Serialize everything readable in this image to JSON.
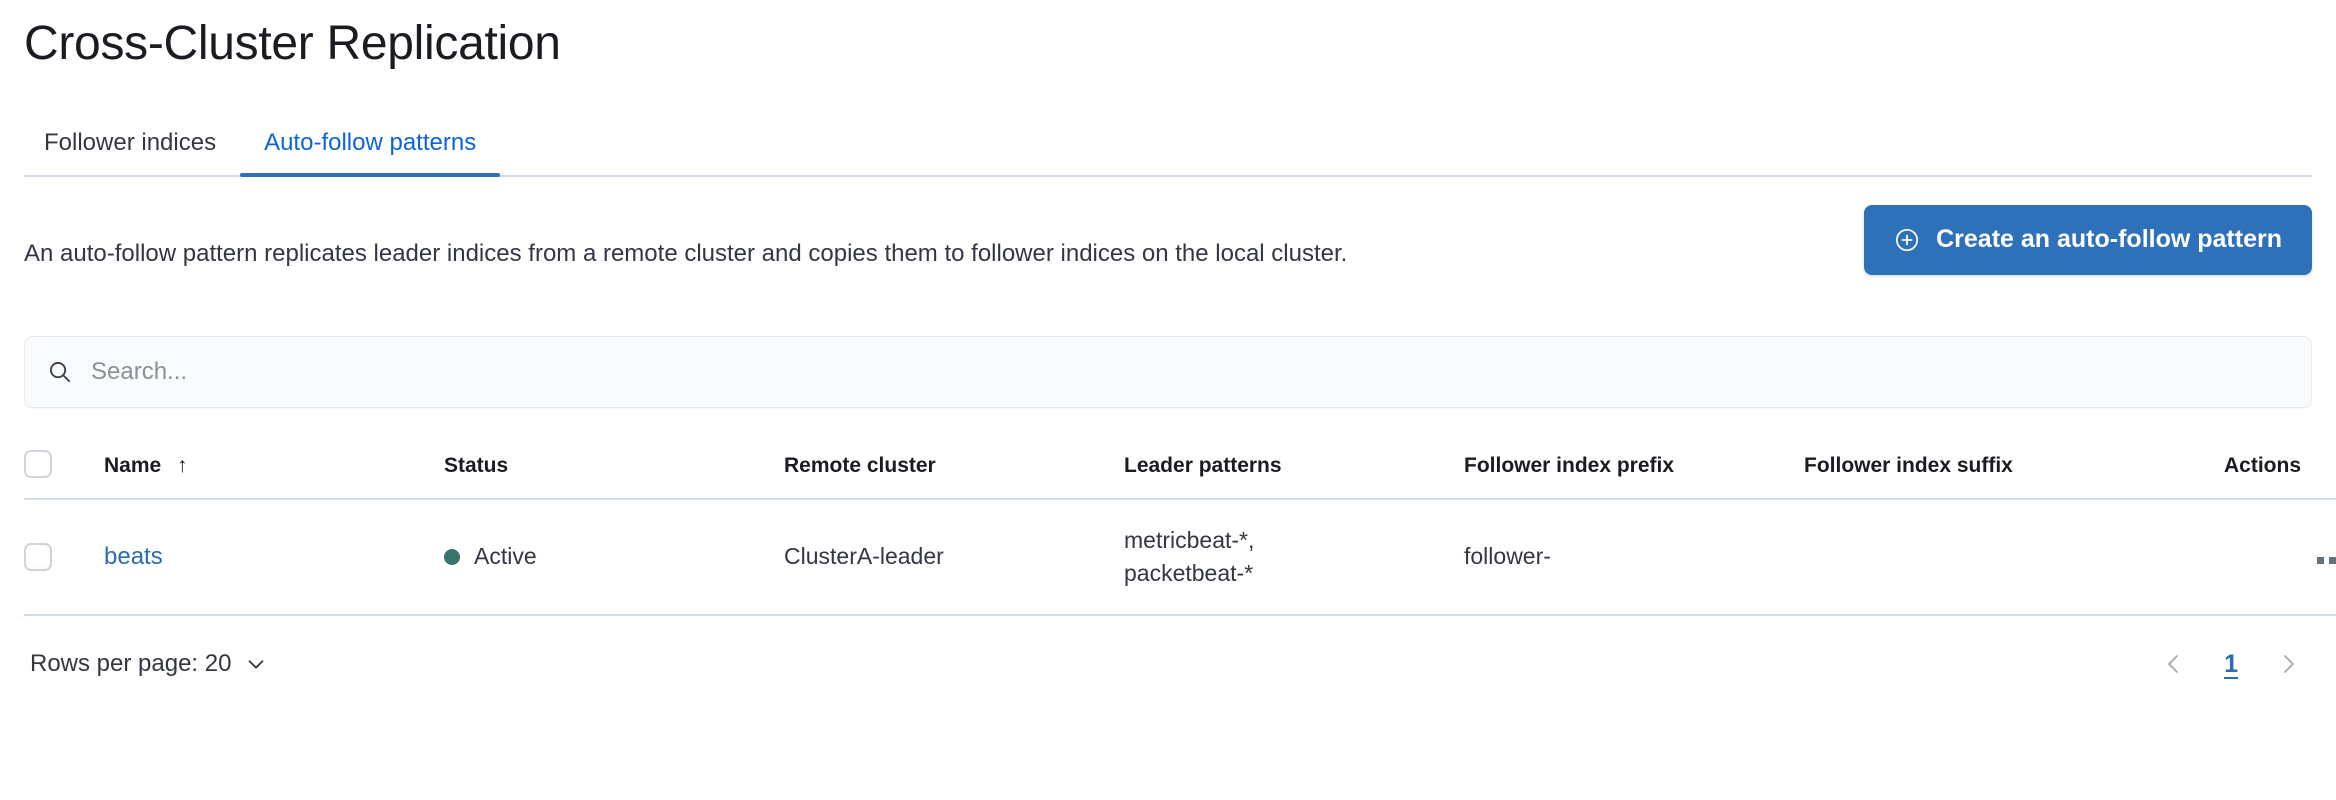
{
  "page": {
    "title": "Cross-Cluster Replication"
  },
  "tabs": [
    {
      "label": "Follower indices",
      "active": false
    },
    {
      "label": "Auto-follow patterns",
      "active": true
    }
  ],
  "intro": {
    "description": "An auto-follow pattern replicates leader indices from a remote cluster and copies them to follower indices on the local cluster.",
    "create_button_label": "Create an auto-follow pattern",
    "create_button_icon": "plus-in-circle-icon"
  },
  "search": {
    "placeholder": "Search...",
    "value": "",
    "icon": "search-icon"
  },
  "table": {
    "columns": [
      {
        "key": "select",
        "label": ""
      },
      {
        "key": "name",
        "label": "Name",
        "sorted": "asc",
        "sort_icon": "arrow-up-icon"
      },
      {
        "key": "status",
        "label": "Status"
      },
      {
        "key": "remote",
        "label": "Remote cluster"
      },
      {
        "key": "leader",
        "label": "Leader patterns"
      },
      {
        "key": "prefix",
        "label": "Follower index prefix"
      },
      {
        "key": "suffix",
        "label": "Follower index suffix"
      },
      {
        "key": "actions",
        "label": "Actions"
      }
    ],
    "rows": [
      {
        "name": "beats",
        "status": "Active",
        "status_color": "#36766b",
        "remote_cluster": "ClusterA-leader",
        "leader_patterns": "metricbeat-*,\npacketbeat-*",
        "follower_index_prefix": "follower-",
        "follower_index_suffix": "",
        "actions_icon": "ellipsis-horizontal-icon"
      }
    ]
  },
  "footer": {
    "rows_per_page_label": "Rows per page: 20",
    "rows_per_page_icon": "chevron-down-icon",
    "pagination": {
      "prev_icon": "chevron-left-icon",
      "next_icon": "chevron-right-icon",
      "current_page": "1"
    }
  },
  "colors": {
    "primary_blue": "#2f71b8",
    "link_blue": "#2b6cb3",
    "active_tab_blue": "#0b64dd",
    "status_active_green": "#36766b",
    "border_grey": "#d3dae6",
    "text_dark": "#343741"
  }
}
